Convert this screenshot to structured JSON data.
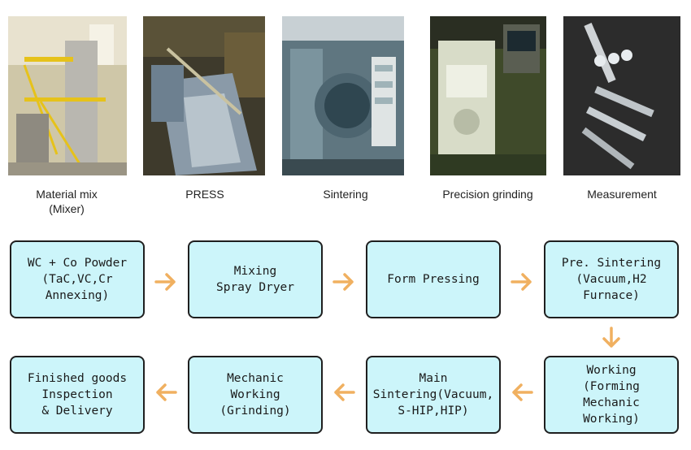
{
  "photos": [
    {
      "caption": "Material mix\n(Mixer)",
      "icon": "mixer-plant-photo"
    },
    {
      "caption": "PRESS",
      "icon": "press-machine-photo"
    },
    {
      "caption": "Sintering",
      "icon": "sintering-furnace-photo"
    },
    {
      "caption": "Precision grinding",
      "icon": "grinding-machine-photo"
    },
    {
      "caption": "Measurement",
      "icon": "end-mill-tools-photo"
    }
  ],
  "steps": [
    "WC + Co Powder\n(TaC,VC,Cr\nAnnexing)",
    "Mixing\nSpray Dryer",
    "Form Pressing",
    "Pre. Sintering\n(Vacuum,H2\nFurnace)",
    "Working\n(Forming\nMechanic\nWorking)",
    "Main\nSintering(Vacuum,\nS-HIP,HIP)",
    "Mechanic\nWorking\n(Grinding)",
    "Finished goods\nInspection\n& Delivery"
  ],
  "colors": {
    "box_fill": "#ccf5fa",
    "box_border": "#1f1f1f",
    "arrow": "#f0b060"
  }
}
